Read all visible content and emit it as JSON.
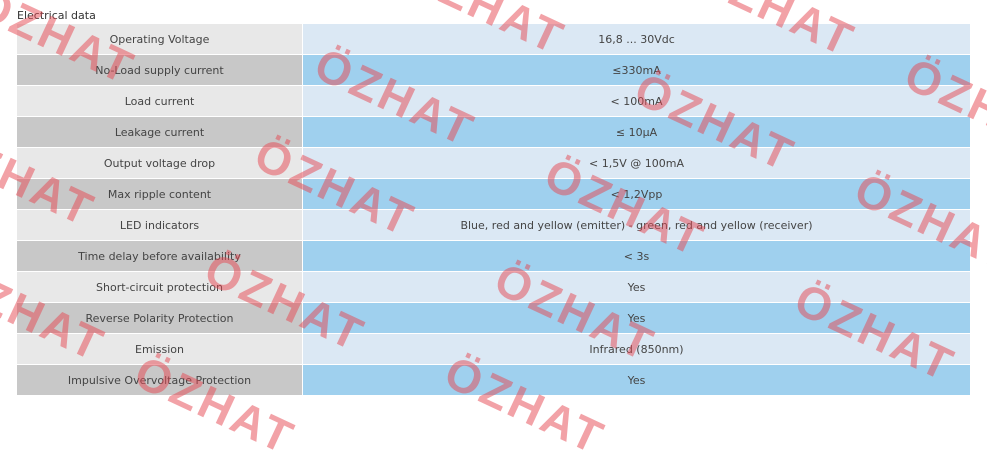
{
  "section": {
    "title": "Electrical data"
  },
  "rows": [
    {
      "label": "Operating Voltage",
      "value": "16,8 ... 30Vdc"
    },
    {
      "label": "No-Load supply current",
      "value": "≤330mA"
    },
    {
      "label": "Load current",
      "value": "< 100mA"
    },
    {
      "label": "Leakage current",
      "value": "≤ 10µA"
    },
    {
      "label": "Output voltage drop",
      "value": "< 1,5V @ 100mA"
    },
    {
      "label": "Max ripple content",
      "value": "< 1,2Vpp"
    },
    {
      "label": "LED indicators",
      "value": "Blue, red and yellow (emitter) - green, red and yellow (receiver)"
    },
    {
      "label": "Time delay before availability",
      "value": "< 3s"
    },
    {
      "label": "Short-circuit protection",
      "value": "Yes"
    },
    {
      "label": "Reverse Polarity Protection",
      "value": "Yes"
    },
    {
      "label": "Emission",
      "value": "Infrared (850nm)"
    },
    {
      "label": "Impulsive Overvoltage Protection",
      "value": "Yes"
    }
  ],
  "watermark": {
    "text": "ÖZHAT",
    "color": "#e64650"
  },
  "colors": {
    "label_light": "#e8e8e8",
    "label_dark": "#c8c8c8",
    "value_light": "#dbe8f4",
    "value_dark": "#9fd0ee"
  }
}
